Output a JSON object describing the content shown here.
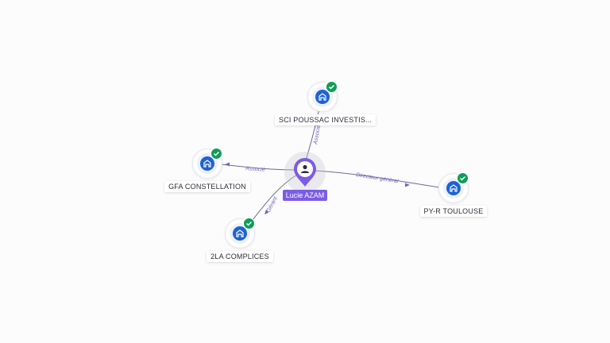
{
  "person": {
    "name": "Lucie AZAM",
    "icon": "person-icon",
    "color": "#7b5ce6"
  },
  "companies": [
    {
      "id": "sci",
      "name": "SCI POUSSAC INVESTIS...",
      "icon": "building-icon",
      "verified": true
    },
    {
      "id": "gfa",
      "name": "GFA CONSTELLATION",
      "icon": "building-icon",
      "verified": true
    },
    {
      "id": "pyr",
      "name": "PY-R TOULOUSE",
      "icon": "building-icon",
      "verified": true
    },
    {
      "id": "2la",
      "name": "2LA COMPLICES",
      "icon": "building-icon",
      "verified": true
    }
  ],
  "relations": [
    {
      "to": "sci",
      "label": "Associé"
    },
    {
      "to": "gfa",
      "label": "Associé"
    },
    {
      "to": "pyr",
      "label": "Directeur général"
    },
    {
      "to": "2la",
      "label": "Gérant"
    }
  ],
  "colors": {
    "company_icon": "#1e63d6",
    "verified": "#0f9d58",
    "edge": "#6d6d8a",
    "edge_label": "#6f63c9"
  }
}
